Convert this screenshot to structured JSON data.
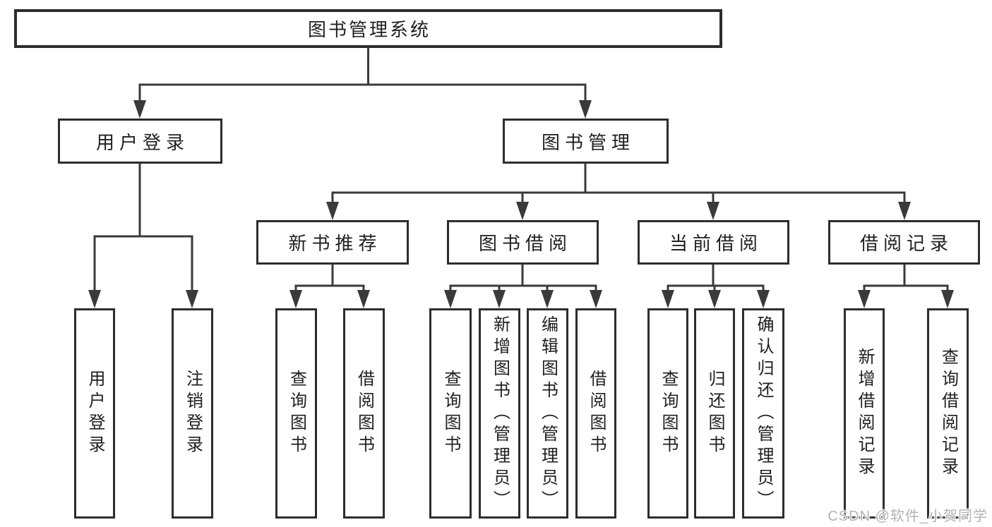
{
  "diagram": {
    "root": {
      "label": "图书管理系统"
    },
    "branches": [
      {
        "label": "用户登录",
        "children": [
          {
            "label": "用户登录"
          },
          {
            "label": "注销登录"
          }
        ]
      },
      {
        "label": "图书管理",
        "children": [
          {
            "label": "新书推荐",
            "children": [
              {
                "label": "查询图书"
              },
              {
                "label": "借阅图书"
              }
            ]
          },
          {
            "label": "图书借阅",
            "children": [
              {
                "label": "查询图书"
              },
              {
                "label": "新增图书（管理员）"
              },
              {
                "label": "编辑图书（管理员）"
              },
              {
                "label": "借阅图书"
              }
            ]
          },
          {
            "label": "当前借阅",
            "children": [
              {
                "label": "查询图书"
              },
              {
                "label": "归还图书"
              },
              {
                "label": "确认归还（管理员）"
              }
            ]
          },
          {
            "label": "借阅记录",
            "children": [
              {
                "label": "新增借阅记录"
              },
              {
                "label": "查询借阅记录"
              }
            ]
          }
        ]
      }
    ]
  },
  "watermark": {
    "text": "CSDN @软件_小贺同学"
  },
  "colors": {
    "line": "#3a3a3a",
    "border": "#2d2d2d",
    "text": "#1f1f1f",
    "watermark": "#b3b3b3",
    "background": "#ffffff"
  }
}
